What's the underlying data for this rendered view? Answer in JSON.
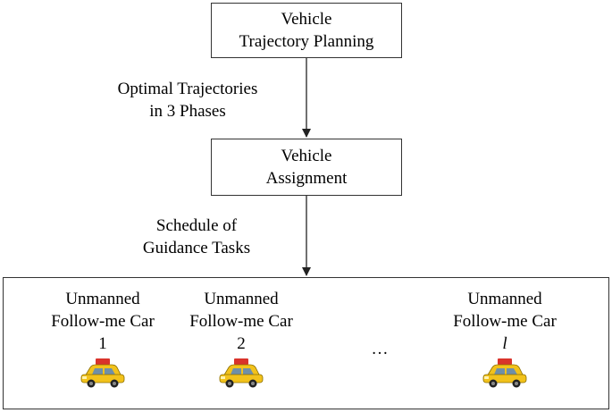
{
  "nodes": {
    "planning": {
      "line1": "Vehicle",
      "line2": "Trajectory Planning"
    },
    "assignment": {
      "line1": "Vehicle",
      "line2": "Assignment"
    }
  },
  "edges": {
    "trajectories": {
      "line1": "Optimal Trajectories",
      "line2": "in 3 Phases"
    },
    "schedule": {
      "line1": "Schedule of",
      "line2": "Guidance Tasks"
    }
  },
  "cars": [
    {
      "line1": "Unmanned",
      "line2": "Follow-me Car",
      "index": "1",
      "icon": "taxi-icon"
    },
    {
      "line1": "Unmanned",
      "line2": "Follow-me Car",
      "index": "2",
      "icon": "taxi-icon"
    },
    {
      "line1": "Unmanned",
      "line2": "Follow-me Car",
      "index": "l",
      "icon": "taxi-icon"
    }
  ],
  "ellipsis": "…",
  "colors": {
    "border": "#333333",
    "taxi_body": "#f2c21b",
    "taxi_sign": "#d9332b"
  }
}
